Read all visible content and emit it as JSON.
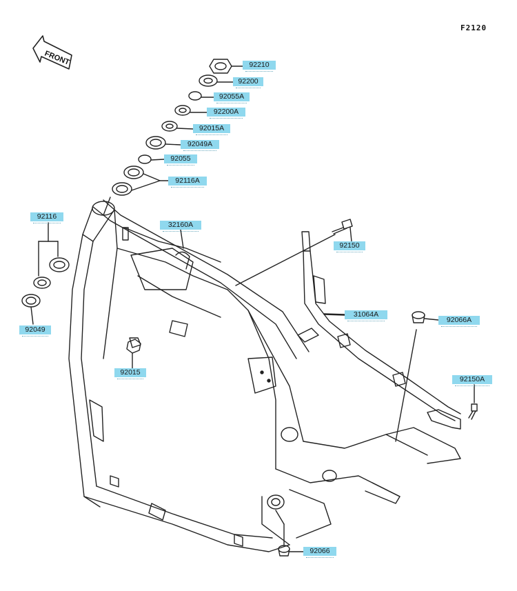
{
  "figure_code": "F2120",
  "front_indicator": "FRONT",
  "parts": [
    {
      "id": "92210",
      "label": "92210"
    },
    {
      "id": "92200",
      "label": "92200"
    },
    {
      "id": "92055A",
      "label": "92055A"
    },
    {
      "id": "92200A",
      "label": "92200A"
    },
    {
      "id": "92015A",
      "label": "92015A"
    },
    {
      "id": "92049A",
      "label": "92049A"
    },
    {
      "id": "92055",
      "label": "92055"
    },
    {
      "id": "92116A",
      "label": "92116A"
    },
    {
      "id": "92116",
      "label": "92116"
    },
    {
      "id": "32160A",
      "label": "32160A"
    },
    {
      "id": "92150",
      "label": "92150"
    },
    {
      "id": "31064A",
      "label": "31064A"
    },
    {
      "id": "92066A",
      "label": "92066A"
    },
    {
      "id": "92049",
      "label": "92049"
    },
    {
      "id": "92015",
      "label": "92015"
    },
    {
      "id": "92150A",
      "label": "92150A"
    },
    {
      "id": "92066",
      "label": "92066"
    }
  ],
  "colors": {
    "label_background": "#8fd8ee",
    "line_art": "#222222"
  }
}
